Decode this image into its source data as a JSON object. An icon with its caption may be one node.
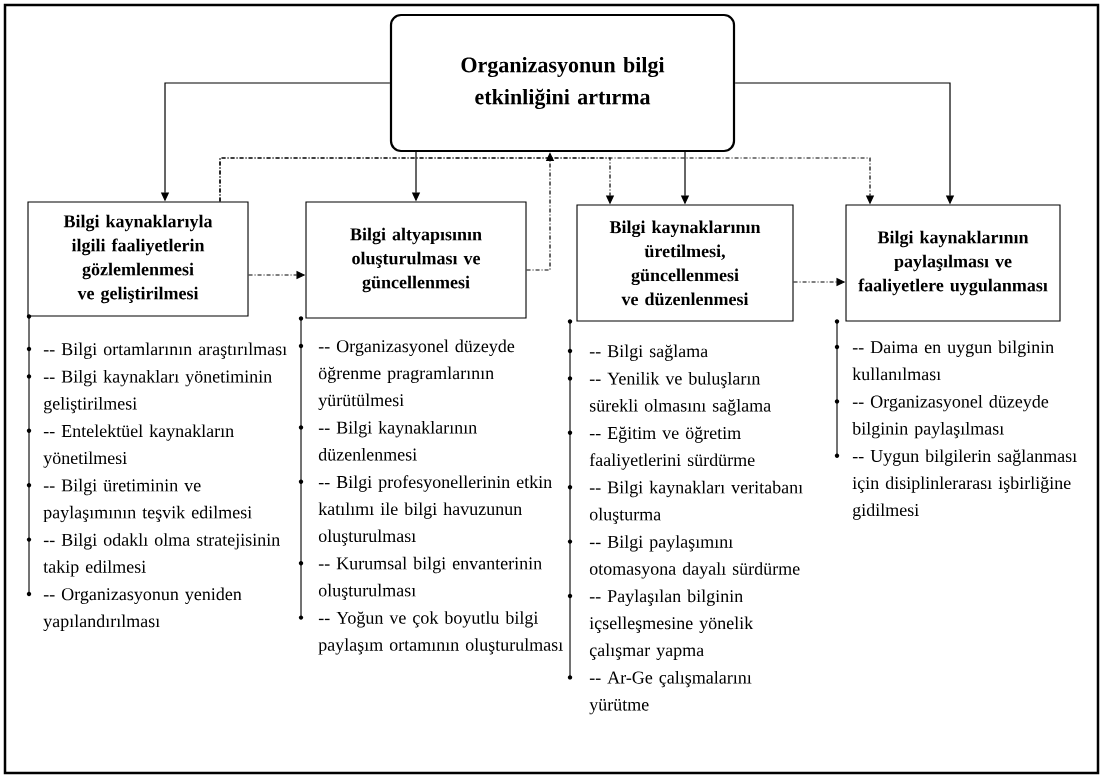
{
  "diagram": {
    "nodes": [
      {
        "text": [
          "Organizasyonun bilgi etkinliğini artırma"
        ]
      },
      {
        "text": [
          "Bilgi kaynaklarıyla ilgili faaliyetlerin gözlemlenmesi ve geliştirilmesi"
        ],
        "beside": [
          "-- Bilgi ortamlarının araştırılması",
          "-- Bilgi kaynakları yönetiminin geliştirilmesi",
          "-- Entelektüel kaynakların yönetilmesi",
          "-- Bilgi üretiminin ve paylaşımının teşvik edilmesi",
          "-- Bilgi odaklı olma stratejisinin takip edilmesi",
          "-- Organizasyonun yeniden yapılandırılması"
        ]
      },
      {
        "text": [
          "Bilgi altyapısının oluşturulması ve güncellenmesi"
        ],
        "beside": [
          "-- Organizasyonel düzeyde öğrenme pragramlarının yürütülmesi",
          "-- Bilgi kaynaklarının düzenlenmesi",
          "-- Bilgi profesyonellerinin etkin katılımı ile bilgi havuzunun oluşturulması",
          "-- Kurumsal bilgi envanterinin oluşturulması",
          "-- Yoğun ve çok boyutlu bilgi paylaşım ortamının oluşturulması"
        ]
      },
      {
        "text": [
          "Bilgi kaynaklarının üretilmesi, güncellenmesi ve düzenlenmesi"
        ],
        "beside": [
          "-- Bilgi sağlama",
          "-- Yenilik ve buluşların sürekli olmasını sağlama",
          "-- Eğitim ve öğretim faaliyetlerini sürdürme",
          "-- Bilgi kaynakları veritabanı oluşturma",
          "-- Bilgi paylaşımını otomasyona dayalı sürdürme",
          "-- Paylaşılan bilginin içselleşmesine yönelik çalışmar yapma",
          "-- Ar-Ge çalışmalarını yürütme"
        ]
      },
      {
        "text": [
          "Bilgi kaynaklarının paylaşılması ve faaliyetlere uygulanması"
        ],
        "beside": [
          "-- Daima en uygun bilginin kullanılması",
          "-- Organizasyonel düzeyde bilginin paylaşılması",
          "-- Uygun bilgilerin sağlanması için disiplinlerarası işbirliğine gidilmesi"
        ]
      }
    ],
    "edges": [
      {
        "from": 0,
        "to": 1,
        "arrow": "to"
      },
      {
        "from": 0,
        "to": 2,
        "arrow": "to"
      },
      {
        "from": 0,
        "to": 3,
        "arrow": "to"
      },
      {
        "from": 0,
        "to": 4,
        "arrow": "to"
      },
      {
        "from": 1,
        "to": 2,
        "arrow": "to",
        "style": "dashed"
      },
      {
        "from": 2,
        "to": 0,
        "arrow": "to",
        "style": "dashed"
      },
      {
        "from": 1,
        "to": 3,
        "arrow": "to",
        "style": "dashed"
      },
      {
        "from": 1,
        "to": 4,
        "arrow": "to",
        "style": "dashed"
      },
      {
        "from": 3,
        "to": 4,
        "arrow": "to",
        "style": "dashed"
      }
    ]
  }
}
